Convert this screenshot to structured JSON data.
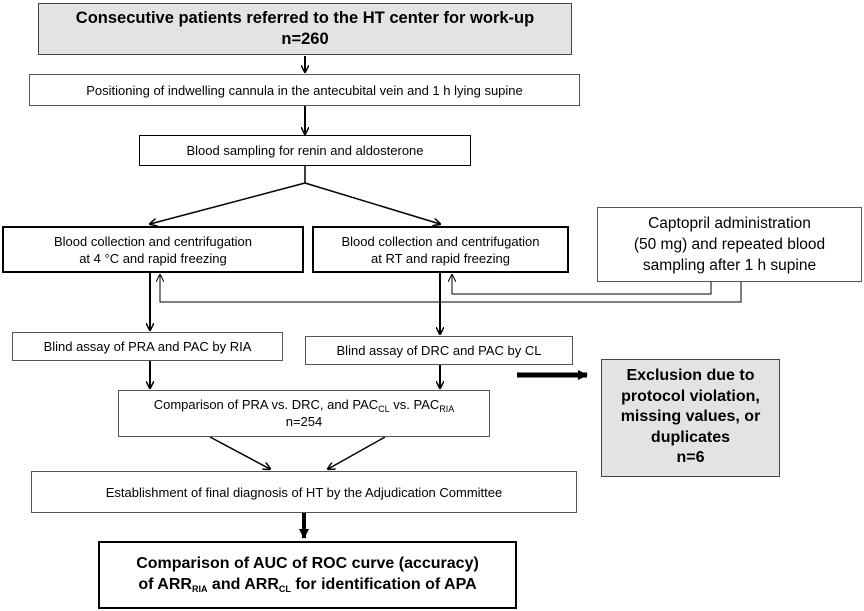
{
  "boxes": {
    "referred": {
      "line1": "Consecutive patients referred to the HT center for work-up",
      "line2": "n=260"
    },
    "cannula": {
      "text": "Positioning of indwelling cannula in the antecubital vein and 1 h lying supine"
    },
    "sampling": {
      "text": "Blood sampling for renin and aldosterone"
    },
    "collection_4c": {
      "line1": "Blood collection and centrifugation",
      "line2": "at 4 °C and rapid freezing"
    },
    "collection_rt": {
      "line1": "Blood collection and centrifugation",
      "line2": "at RT and rapid freezing"
    },
    "captopril": {
      "line1": "Captopril administration",
      "line2": "(50 mg) and repeated blood",
      "line3": "sampling after 1 h supine"
    },
    "assay_ria": {
      "text": "Blind assay of PRA and PAC by RIA"
    },
    "assay_cl": {
      "text": "Blind assay of DRC and PAC by CL"
    },
    "comparison": {
      "prefix": "Comparison of PRA vs. DRC, and PAC",
      "sub1": "CL",
      "mid": " vs. PAC",
      "sub2": "RIA",
      "n": "n=254"
    },
    "exclusion": {
      "line1": "Exclusion due to",
      "line2": "protocol violation,",
      "line3": "missing values, or",
      "line4": "duplicates",
      "n": "n=6"
    },
    "diagnosis": {
      "text": "Establishment of final diagnosis of HT by the Adjudication Committee"
    },
    "auc": {
      "line1": "Comparison of AUC  of ROC curve (accuracy)",
      "p1": "of ARR",
      "s1": "RIA",
      "p2": " and ARR",
      "s2": "CL",
      "p3": " for identification of APA"
    }
  },
  "colors": {
    "gray_fill": "#e3e3e3",
    "line": "#000000"
  }
}
